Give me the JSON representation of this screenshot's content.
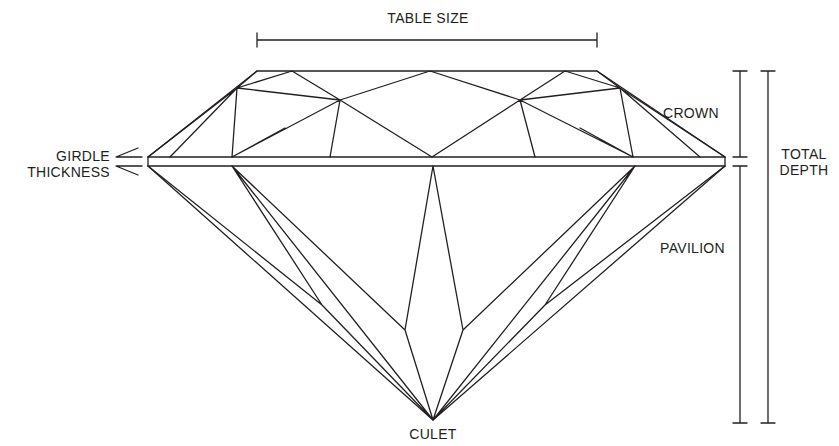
{
  "diagram": {
    "labels": [
      "TABLE SIZE",
      "CROWN",
      "GIRDLE THICKNESS",
      "TOTAL DEPTH",
      "PAVILION",
      "CULET"
    ]
  }
}
